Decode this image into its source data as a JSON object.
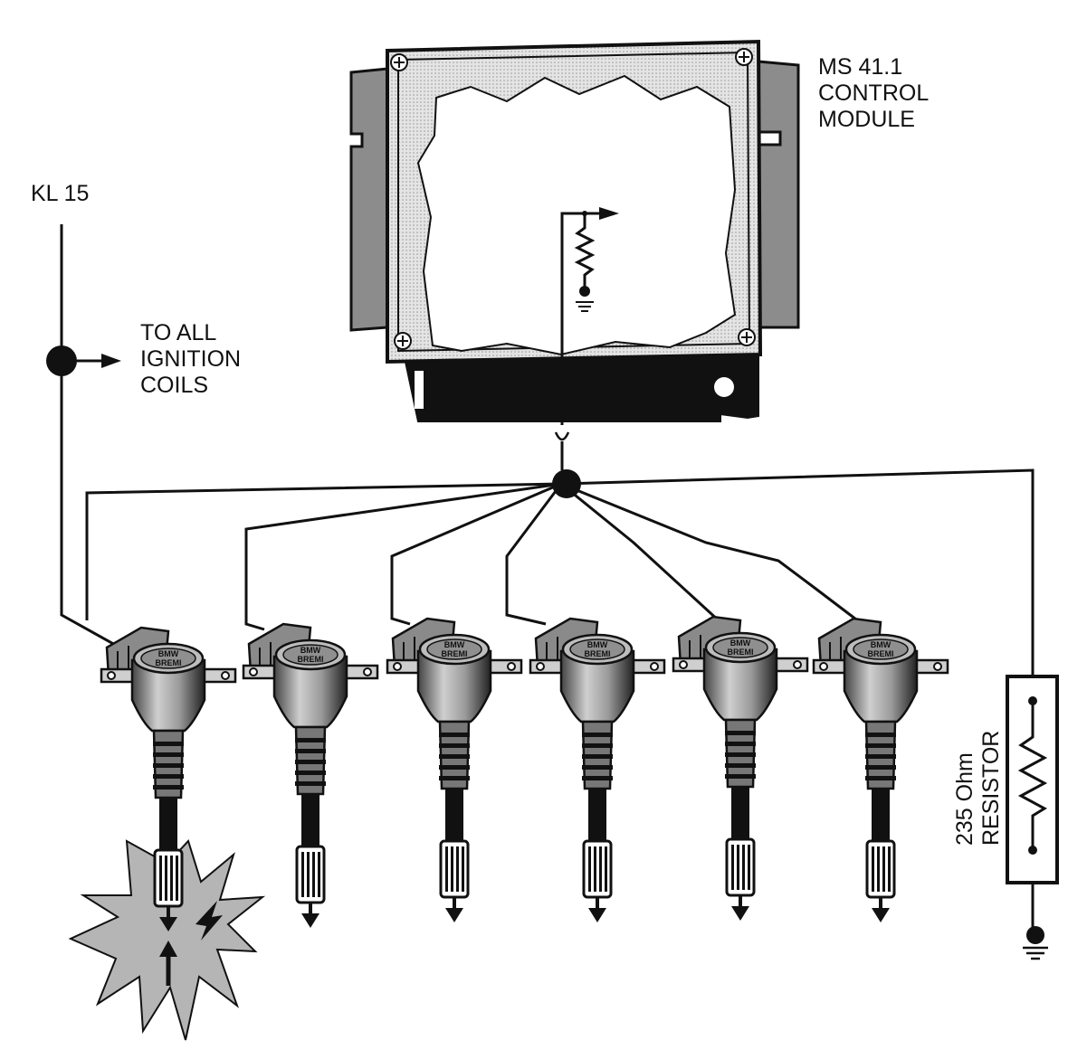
{
  "labels": {
    "module": [
      "MS 41.1",
      "CONTROL",
      "MODULE"
    ],
    "kl15": "KL 15",
    "to_all": [
      "TO ALL",
      "IGNITION",
      "COILS"
    ],
    "resistor": [
      "235 Ohm",
      "RESISTOR"
    ]
  },
  "coil_branding": [
    "BMW",
    "BREMI"
  ],
  "coils": [
    {
      "id": 1,
      "misfire": true
    },
    {
      "id": 2,
      "misfire": false
    },
    {
      "id": 3,
      "misfire": false
    },
    {
      "id": 4,
      "misfire": false
    },
    {
      "id": 5,
      "misfire": false
    },
    {
      "id": 6,
      "misfire": false
    }
  ],
  "colors": {
    "ink": "#111111",
    "module_fill": "#d6d6d6",
    "coil_shade": "#a8a8a8",
    "spark": "#b5b5b5"
  }
}
